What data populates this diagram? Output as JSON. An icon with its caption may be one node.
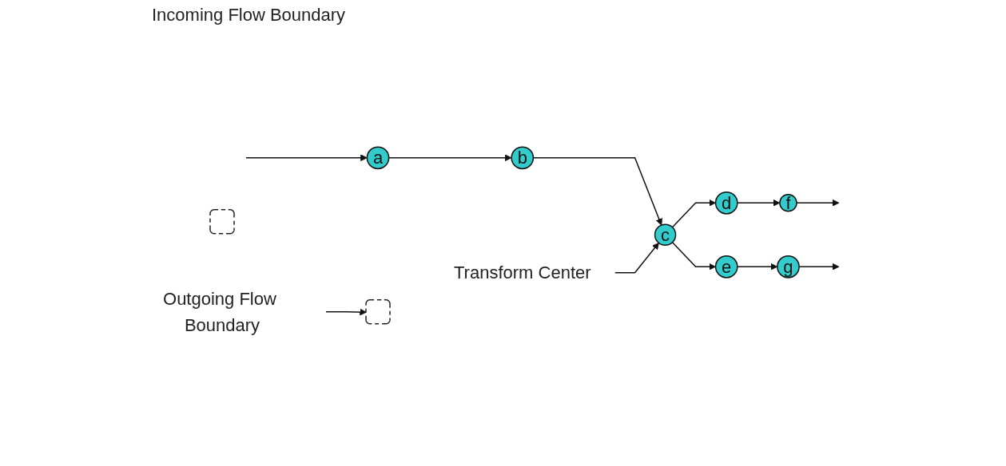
{
  "diagram": {
    "nodes": [
      {
        "text": [
          "a"
        ]
      },
      {
        "text": [
          "b"
        ]
      },
      {
        "text": [
          "c"
        ]
      },
      {
        "text": [
          "d"
        ]
      },
      {
        "text": [
          "e"
        ]
      },
      {
        "text": [
          "f"
        ]
      },
      {
        "text": [
          "g"
        ]
      },
      {
        "text": [
          "Transform Center"
        ]
      },
      {
        "text": [
          "Outgoing Flow Boundary"
        ]
      },
      {
        "text": [],
        "shape": "arc"
      },
      {
        "text": [],
        "shape": "arc"
      }
    ],
    "edges": [
      {
        "from": null,
        "to": 0,
        "arrow": "to"
      },
      {
        "from": 0,
        "to": 1,
        "arrow": "to"
      },
      {
        "from": 1,
        "to": 2,
        "arrow": "to"
      },
      {
        "from": 2,
        "to": 3,
        "arrow": "to"
      },
      {
        "from": 2,
        "to": 4,
        "arrow": "to"
      },
      {
        "from": 3,
        "to": 5,
        "arrow": "to"
      },
      {
        "from": 4,
        "to": 6,
        "arrow": "to"
      },
      {
        "from": 5,
        "to": null,
        "arrow": "to"
      },
      {
        "from": 6,
        "to": null,
        "arrow": "to"
      },
      {
        "from": 7,
        "to": 2,
        "arrow": "to"
      },
      {
        "from": 8,
        "to": 10,
        "arrow": "to"
      }
    ],
    "labels": [
      "Incoming Flow Boundary"
    ]
  }
}
